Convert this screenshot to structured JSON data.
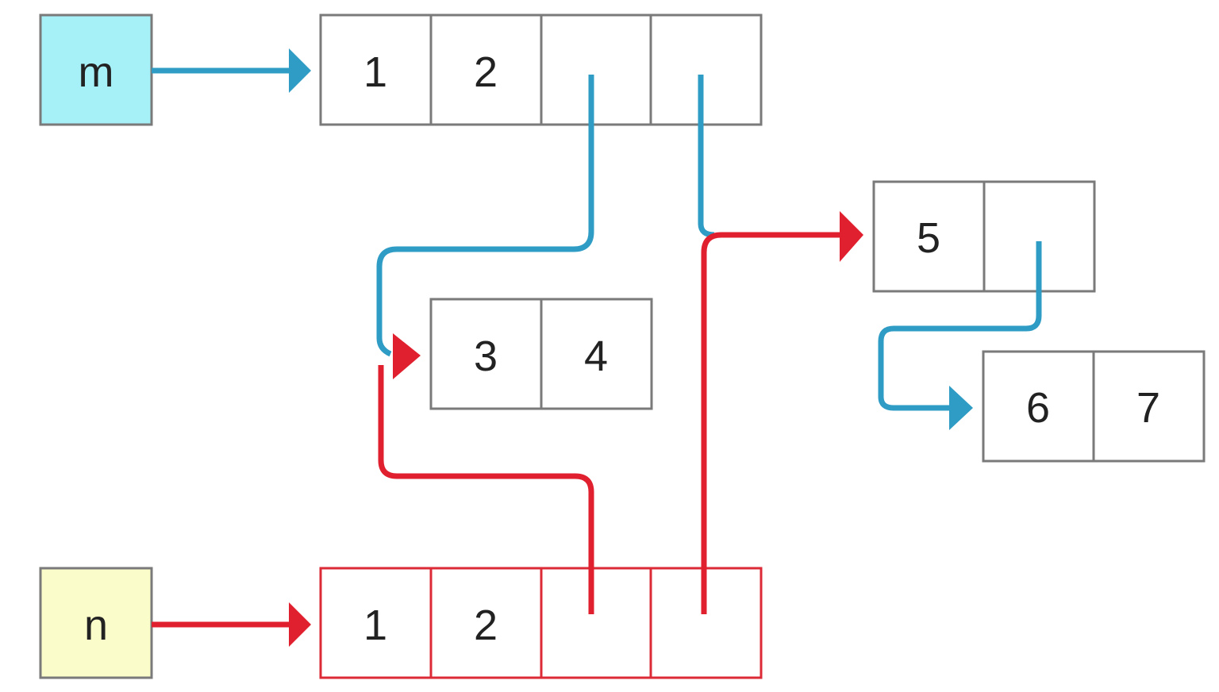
{
  "variables": {
    "m": {
      "label": "m",
      "fill": "#a6f0f7"
    },
    "n": {
      "label": "n",
      "fill": "#fafcc9"
    }
  },
  "arrays": {
    "m_outer": [
      "1",
      "2",
      "",
      ""
    ],
    "n_outer": [
      "1",
      "2",
      "",
      ""
    ],
    "inner_34": [
      "3",
      "4"
    ],
    "inner_5": [
      "5",
      ""
    ],
    "inner_67": [
      "6",
      "7"
    ]
  },
  "colors": {
    "blue_arrow": "#2e9cc4",
    "red_arrow": "#e0202e",
    "box_border": "#7a7a7a",
    "red_box_border": "#dc2a37"
  }
}
